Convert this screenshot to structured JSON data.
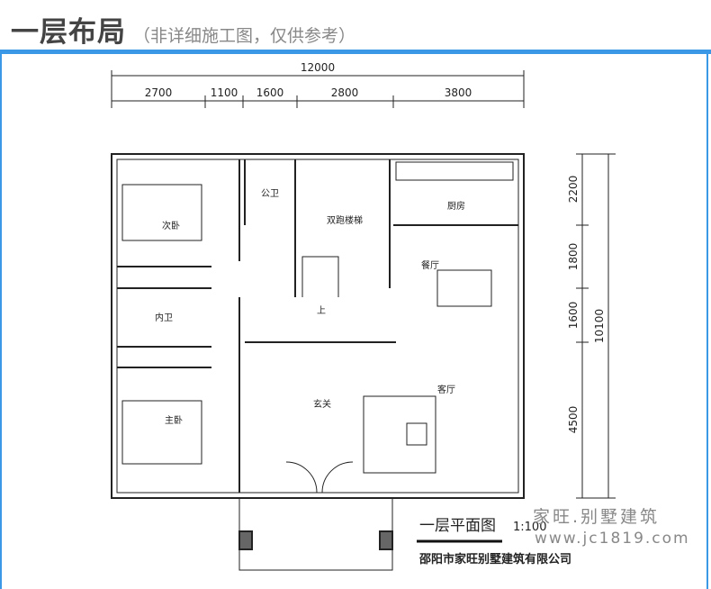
{
  "header": {
    "title": "一层布局",
    "subtitle": "（非详细施工图，仅供参考）"
  },
  "dimensions": {
    "top_total": "12000",
    "top": [
      "2700",
      "1100",
      "1600",
      "2800",
      "3800"
    ],
    "right": [
      "2200",
      "1800",
      "1600",
      "4500"
    ],
    "right_total": "10100"
  },
  "rooms": {
    "bedroom2": "次卧",
    "public_bath": "公卫",
    "stairs": "双跑楼梯",
    "kitchen": "厨房",
    "dining": "餐厅",
    "inner_bath": "内卫",
    "up": "上",
    "foyer": "玄关",
    "living": "客厅",
    "master": "主卧"
  },
  "footer": {
    "plan_title": "一层平面图",
    "scale": "1:100",
    "company": "邵阳市家旺别墅建筑有限公司"
  },
  "watermark": {
    "name": "家旺.别墅建筑",
    "url": "www.jc1819.com"
  },
  "colors": {
    "accent": "#3a98e6"
  }
}
